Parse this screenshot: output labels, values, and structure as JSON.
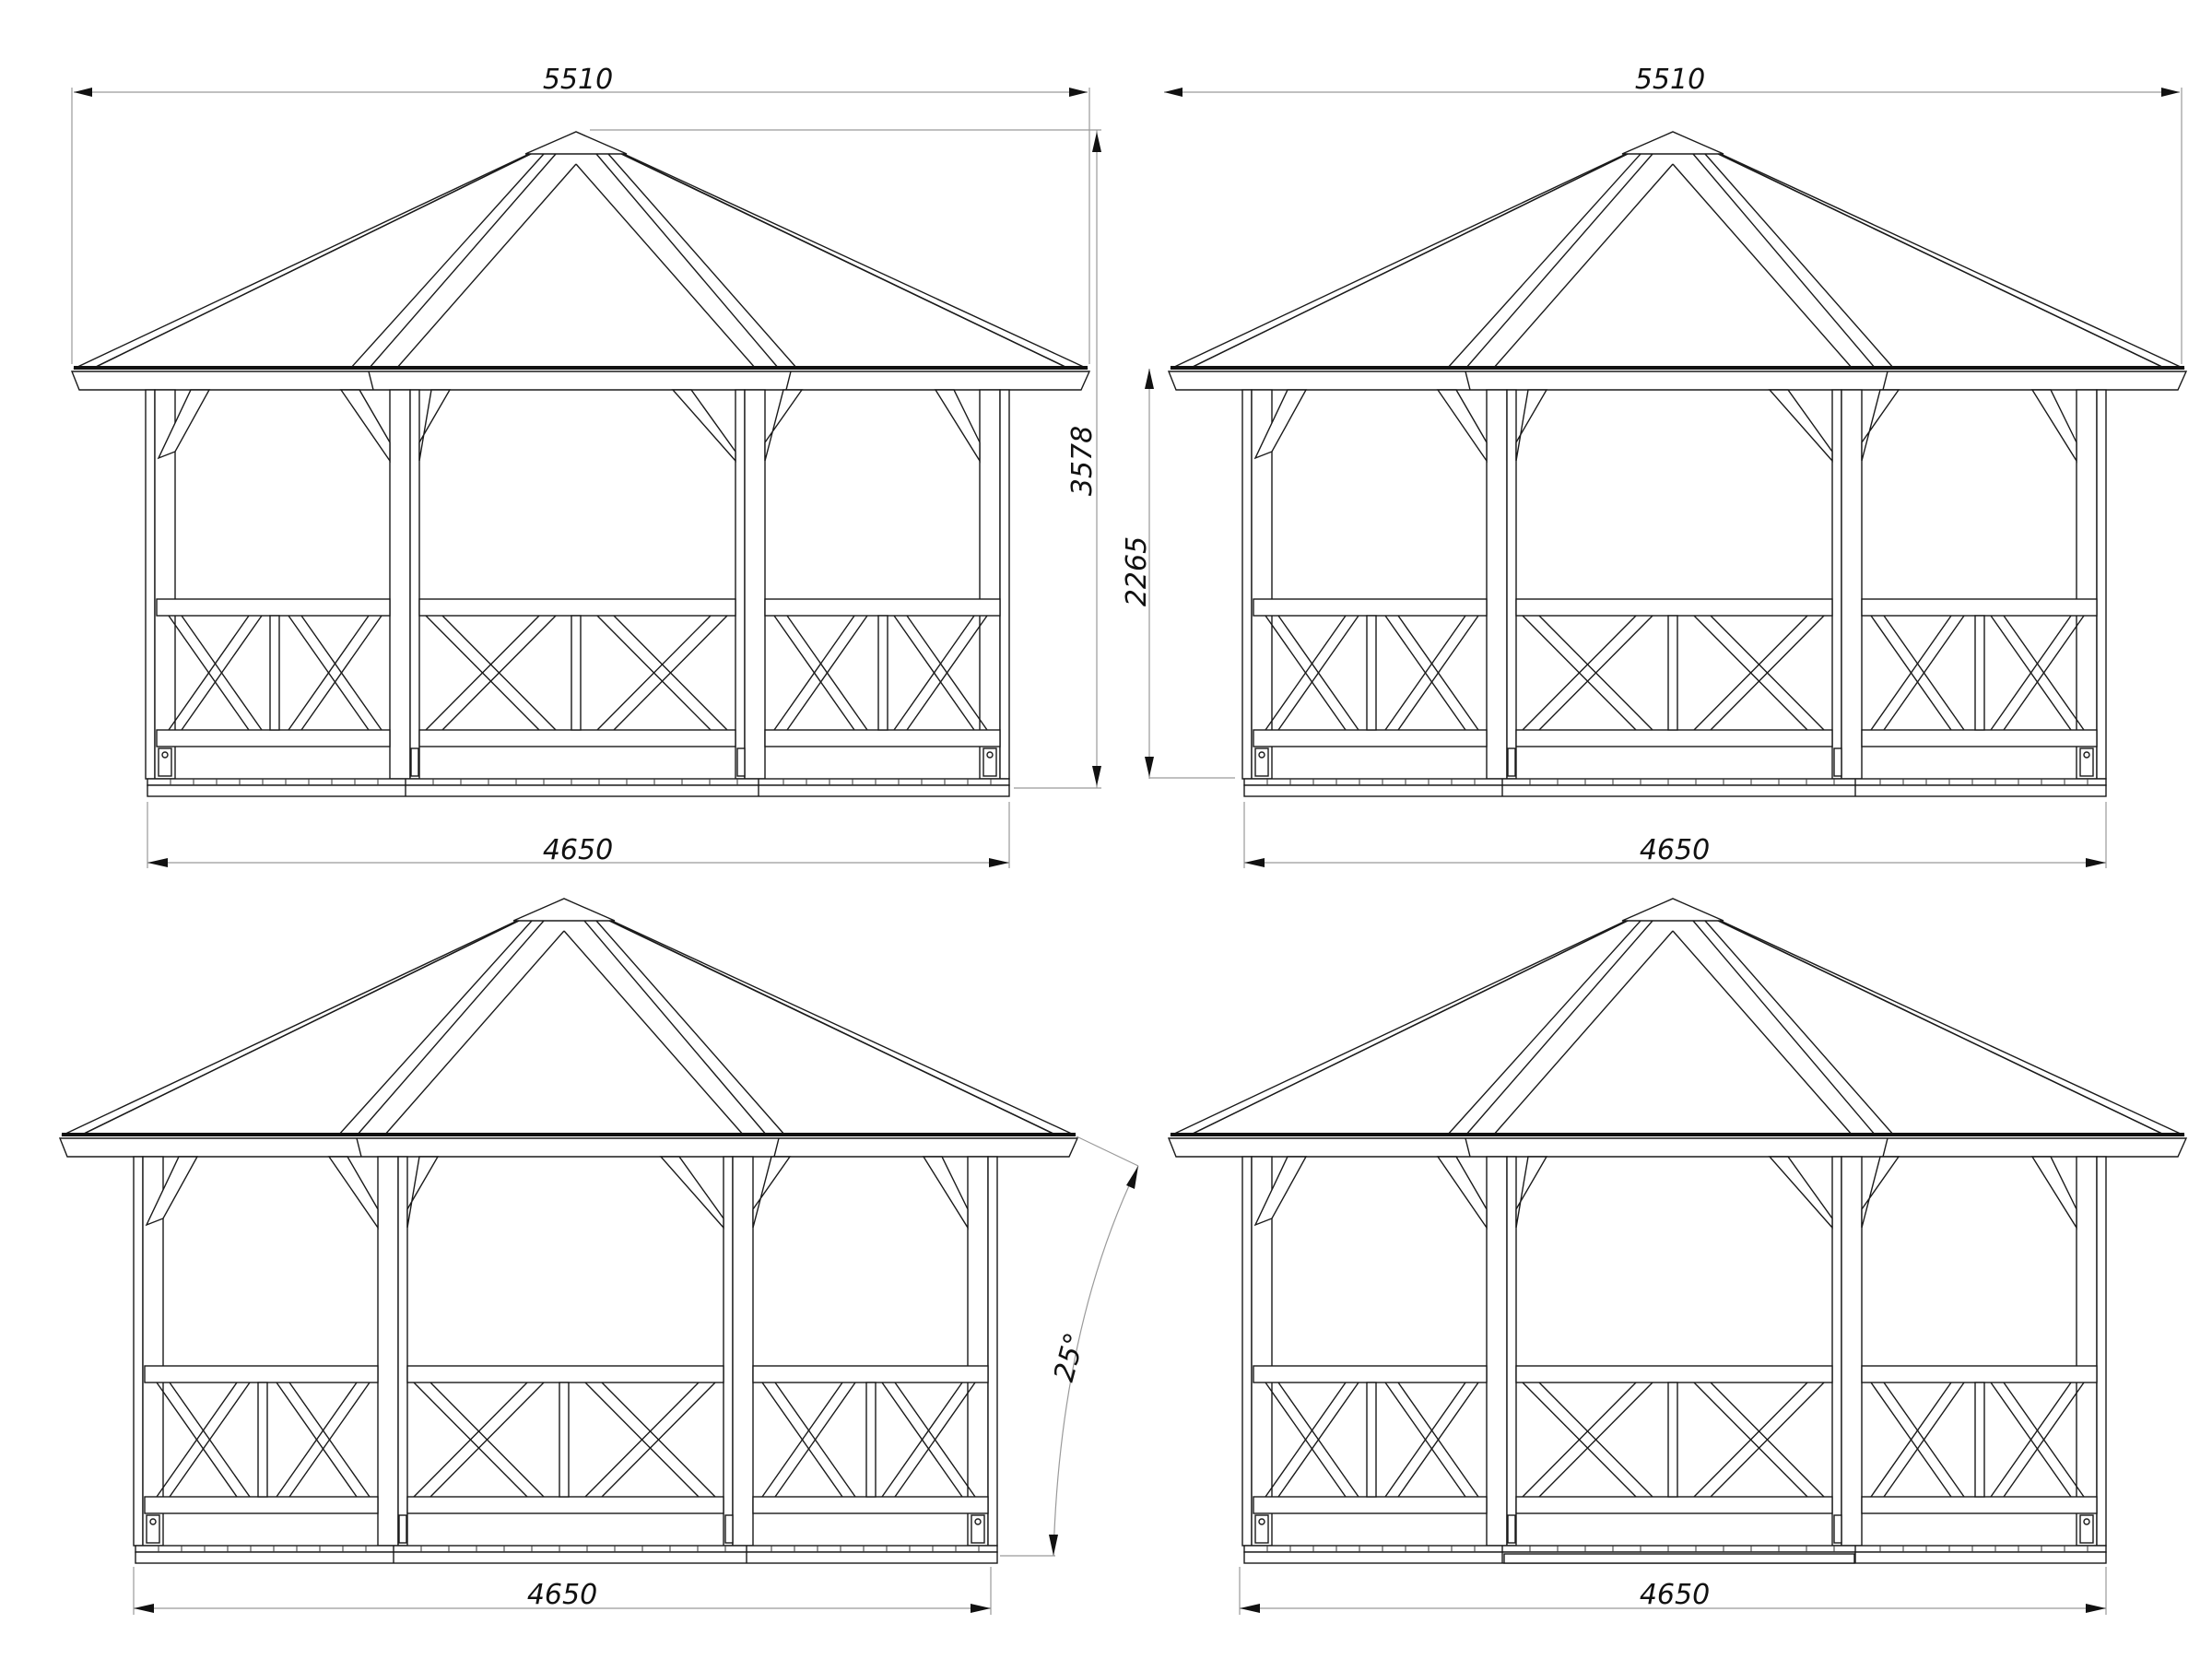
{
  "drawing": {
    "title": "Gazebo elevation views",
    "background": "#ffffff",
    "line_color": "#1a1a1a",
    "dimension_line_color": "#9a9a9a",
    "units": "mm"
  },
  "views": [
    {
      "id": "view-top-left",
      "ox": 0,
      "oy": 0,
      "labels": {
        "roof_width": "5510",
        "base_width": "4650",
        "total_height": "3578"
      }
    },
    {
      "id": "view-top-right",
      "ox": 1190,
      "oy": 0,
      "labels": {
        "roof_width": "5510",
        "base_width": "4650",
        "post_height": "2265"
      }
    },
    {
      "id": "view-bottom-left",
      "ox": -13,
      "oy": 832,
      "labels": {
        "base_width": "4650",
        "roof_angle": "25°"
      }
    },
    {
      "id": "view-bottom-right",
      "ox": 1190,
      "oy": 832,
      "labels": {
        "base_width": "4650"
      }
    }
  ],
  "dimensions": {
    "v1_roof_width": "5510",
    "v1_base_width": "4650",
    "v1_total_height": "3578",
    "v2_roof_width": "5510",
    "v2_base_width": "4650",
    "v2_post_height": "2265",
    "v3_base_width": "4650",
    "v3_roof_angle": "25°",
    "v4_base_width": "4650"
  }
}
